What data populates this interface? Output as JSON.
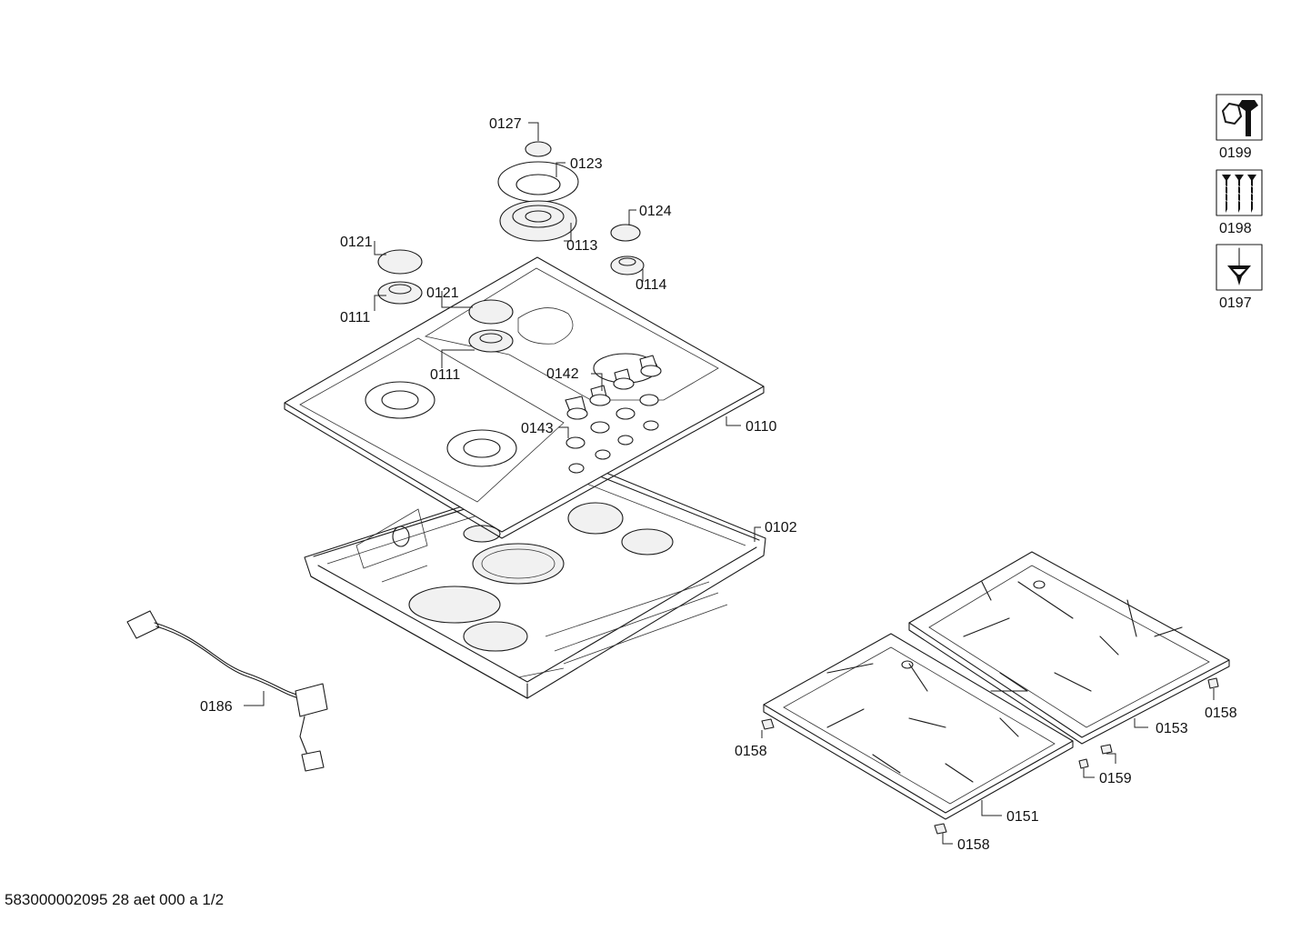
{
  "callouts": {
    "c0127": "0127",
    "c0123": "0123",
    "c0124": "0124",
    "c0113": "0113",
    "c0114": "0114",
    "c0121a": "0121",
    "c0121b": "0121",
    "c0111a": "0111",
    "c0111b": "0111",
    "c0142": "0142",
    "c0143": "0143",
    "c0110": "0110",
    "c0102": "0102",
    "c0186": "0186",
    "c0158a": "0158",
    "c0158b": "0158",
    "c0158c": "0158",
    "c0153": "0153",
    "c0151": "0151",
    "c0159": "0159"
  },
  "tools": [
    {
      "code": "0199",
      "icon": "wrench-nut-icon"
    },
    {
      "code": "0198",
      "icon": "screws-icon"
    },
    {
      "code": "0197",
      "icon": "screwdriver-icon"
    }
  ],
  "footer": {
    "doc_id": "583000002095 28 aet 000 a 1/2"
  }
}
